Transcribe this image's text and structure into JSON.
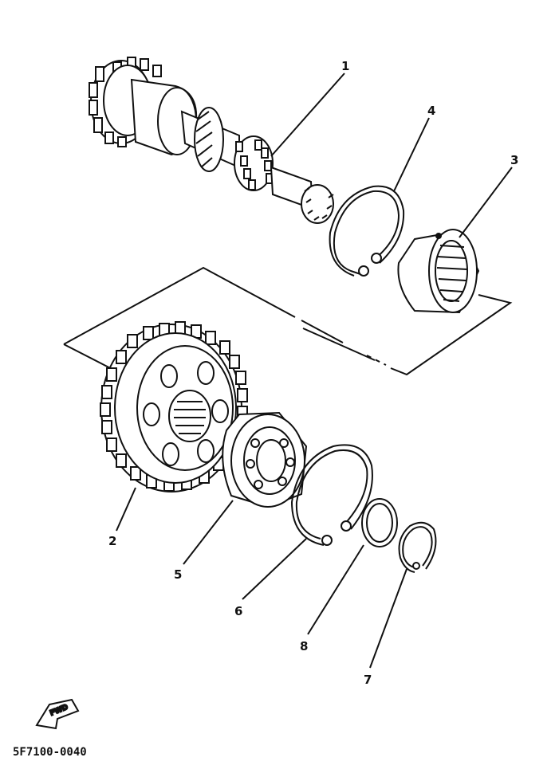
{
  "diagram": {
    "callouts": {
      "c1": "1",
      "c2": "2",
      "c3": "3",
      "c4": "4",
      "c5": "5",
      "c6": "6",
      "c7": "7",
      "c8": "8"
    },
    "direction_marker": "FWD",
    "drawing_code": "5F7100-0040"
  },
  "colors": {
    "ink": "#111111",
    "paper": "#ffffff"
  }
}
